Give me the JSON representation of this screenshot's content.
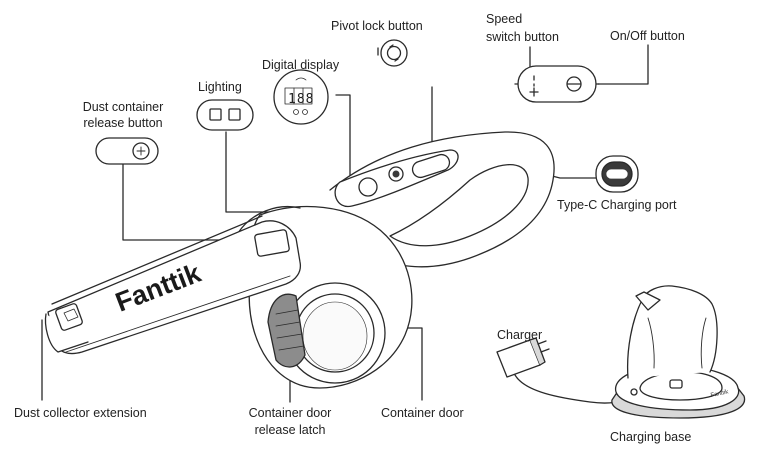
{
  "labels": {
    "pivot_lock": "Pivot lock button",
    "speed_switch_line1": "Speed",
    "speed_switch_line2": "switch button",
    "on_off": "On/Off button",
    "lighting": "Lighting",
    "digital_display": "Digital display",
    "dust_release_line1": "Dust container",
    "dust_release_line2": "release button",
    "type_c": "Type-C Charging port",
    "dust_collector": "Dust collector extension",
    "door_latch_line1": "Container door",
    "door_latch_line2": "release latch",
    "container_door": "Container door",
    "charger": "Charger",
    "charging_base": "Charging base"
  },
  "brand": {
    "logo": "Fanttik",
    "base_logo": "Fanttik"
  },
  "display_readout": "188",
  "colors": {
    "line": "#2a2a2a",
    "panel_fill": "#ffffff",
    "shade": "#d9d9d9",
    "dark": "#3a3a3a"
  }
}
